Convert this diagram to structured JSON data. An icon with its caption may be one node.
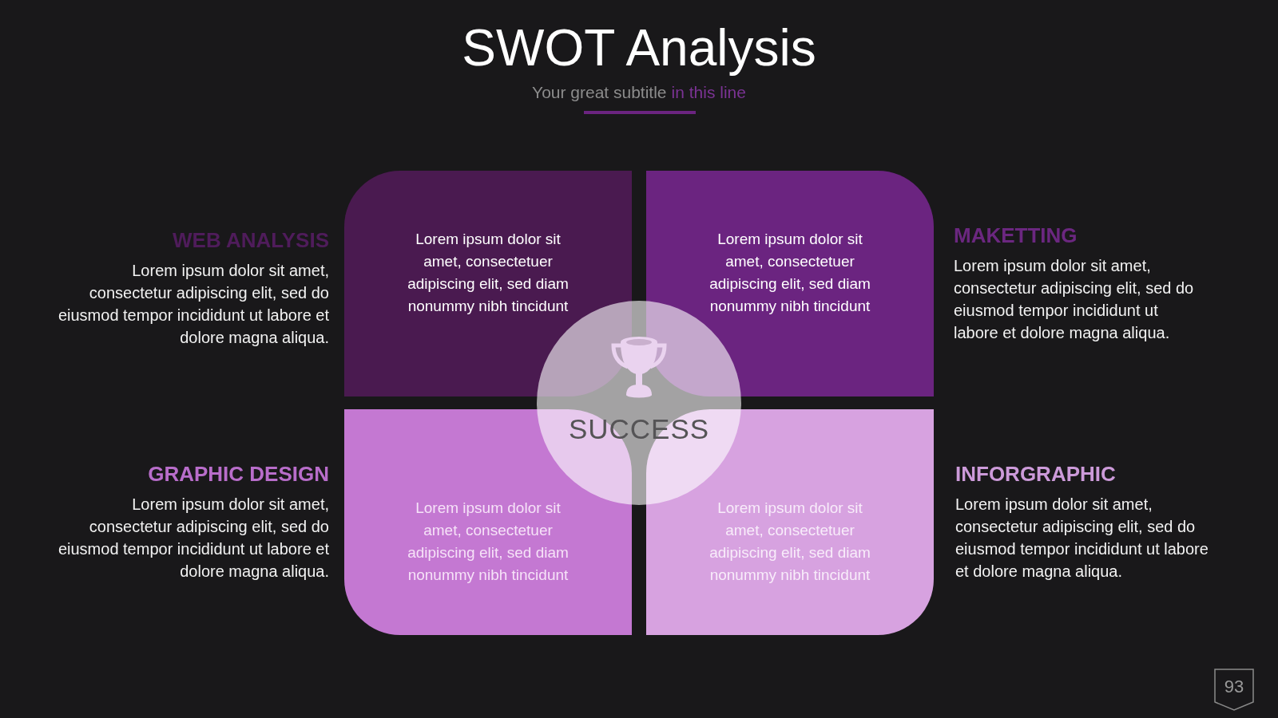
{
  "diagram": {
    "title": "SWOT Analysis",
    "nodes": [
      {
        "text": [
          "Lorem ipsum dolor sit amet, consectetuer adipiscing elit, sed diam nonummy nibh tincidunt"
        ],
        "beside": [
          "WEB ANALYSIS",
          "Lorem ipsum dolor sit amet, consectetur adipiscing elit, sed do eiusmod tempor incididunt ut labore et dolore magna aliqua."
        ]
      },
      {
        "text": [
          "Lorem ipsum dolor sit amet, consectetuer adipiscing elit, sed diam nonummy nibh tincidunt"
        ],
        "beside": [
          "MAKETTING",
          "Lorem ipsum dolor sit amet, consectetur adipiscing elit, sed do eiusmod tempor incididunt ut labore et dolore magna aliqua."
        ]
      },
      {
        "text": [
          "Lorem ipsum dolor sit amet, consectetuer adipiscing elit, sed diam nonummy nibh tincidunt"
        ],
        "beside": [
          "GRAPHIC DESIGN",
          "Lorem ipsum dolor sit amet, consectetur adipiscing elit, sed do eiusmod tempor incididunt ut labore et dolore magna aliqua."
        ]
      },
      {
        "text": [
          "Lorem ipsum dolor sit amet, consectetuer adipiscing elit, sed diam nonummy nibh tincidunt"
        ],
        "beside": [
          "INFORGRAPHIC",
          "Lorem ipsum dolor sit amet, consectetur adipiscing elit, sed do eiusmod tempor incididunt ut labore et dolore magna aliqua."
        ]
      },
      {
        "text": [
          "SUCCESS"
        ]
      },
      {
        "text": [
          "93"
        ]
      }
    ],
    "labels": [
      "Your great subtitle",
      "in this line"
    ]
  }
}
